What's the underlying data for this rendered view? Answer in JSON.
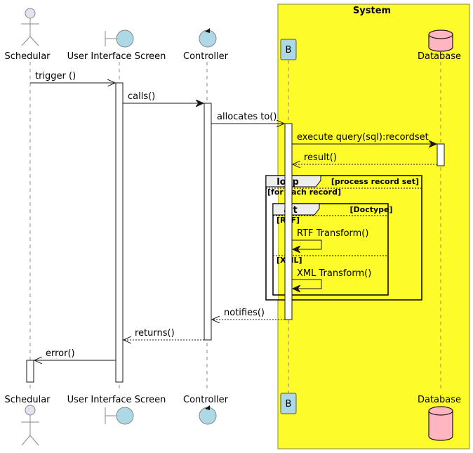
{
  "diagram": {
    "type": "sequence",
    "colors": {
      "system_box": "#FEFB2B",
      "system_box_border": "#8A8A3A",
      "actor_fill": "#E2E2F0",
      "boundary_fill": "#ADD8E6",
      "control_fill": "#ADD8E6",
      "participant_fill": "#ADD8E6",
      "database_fill": "#FFB6C1",
      "frame_header_fill": "#EEEEEE"
    },
    "box": {
      "title": "System"
    },
    "participants": [
      {
        "id": "schedular",
        "label": "Schedular",
        "kind": "actor"
      },
      {
        "id": "ui",
        "label": "User Interface Screen",
        "kind": "boundary"
      },
      {
        "id": "controller",
        "label": "Controller",
        "kind": "control"
      },
      {
        "id": "b",
        "label": "B",
        "kind": "participant"
      },
      {
        "id": "database",
        "label": "Database",
        "kind": "database"
      }
    ],
    "messages": [
      {
        "from": "schedular",
        "to": "ui",
        "label": "trigger ()",
        "style": "async"
      },
      {
        "from": "ui",
        "to": "controller",
        "label": "calls()",
        "style": "sync"
      },
      {
        "from": "controller",
        "to": "b",
        "label": "allocates to()",
        "style": "async"
      },
      {
        "from": "b",
        "to": "database",
        "label": "execute query(sql):recordset",
        "style": "sync"
      },
      {
        "from": "database",
        "to": "b",
        "label": "result()",
        "style": "return"
      },
      {
        "from": "b",
        "to": "b",
        "label": "RTF Transform()",
        "style": "self"
      },
      {
        "from": "b",
        "to": "b",
        "label": "XML Transform()",
        "style": "self"
      },
      {
        "from": "b",
        "to": "controller",
        "label": "notifies()",
        "style": "return"
      },
      {
        "from": "controller",
        "to": "ui",
        "label": "returns()",
        "style": "return"
      },
      {
        "from": "ui",
        "to": "schedular",
        "label": "error()",
        "style": "async"
      }
    ],
    "fragments": {
      "loop": {
        "keyword": "loop",
        "condition": "[process record set]",
        "guard": "[for each record]"
      },
      "alt": {
        "keyword": "alt",
        "condition": "[Doctype]",
        "branches": [
          "[RTF]",
          "[XML]"
        ]
      }
    }
  }
}
